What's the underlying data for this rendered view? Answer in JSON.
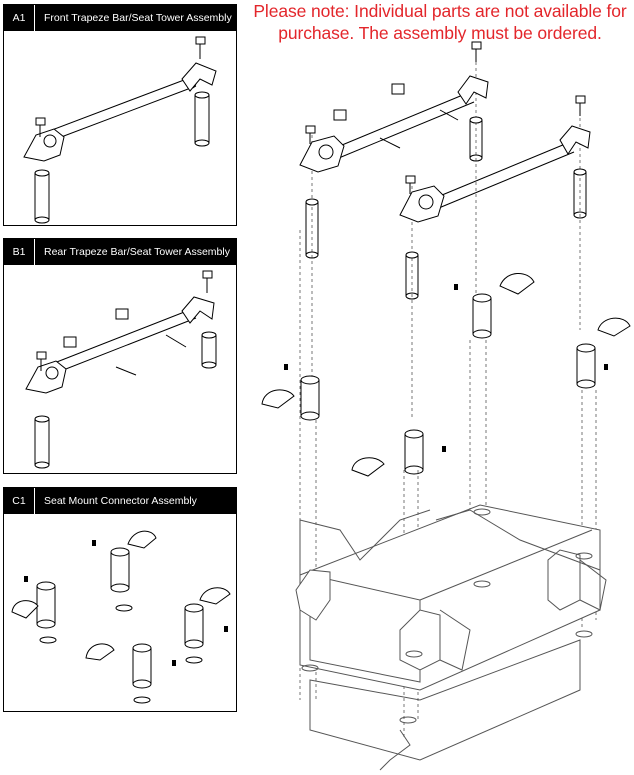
{
  "note": {
    "line1": "Please note: Individual parts are not available for",
    "line2": "purchase. The assembly must be ordered.",
    "color": "#e3262b"
  },
  "panels": [
    {
      "id": "A1",
      "title": "Front Trapeze  Bar/Seat Tower Assembly"
    },
    {
      "id": "B1",
      "title": "Rear Trapeze  Bar/Seat Tower Assembly"
    },
    {
      "id": "C1",
      "title": "Seat Mount Connector Assembly"
    }
  ],
  "colors": {
    "line": "#000000",
    "dashed": "#777777",
    "frame": "#555555"
  }
}
